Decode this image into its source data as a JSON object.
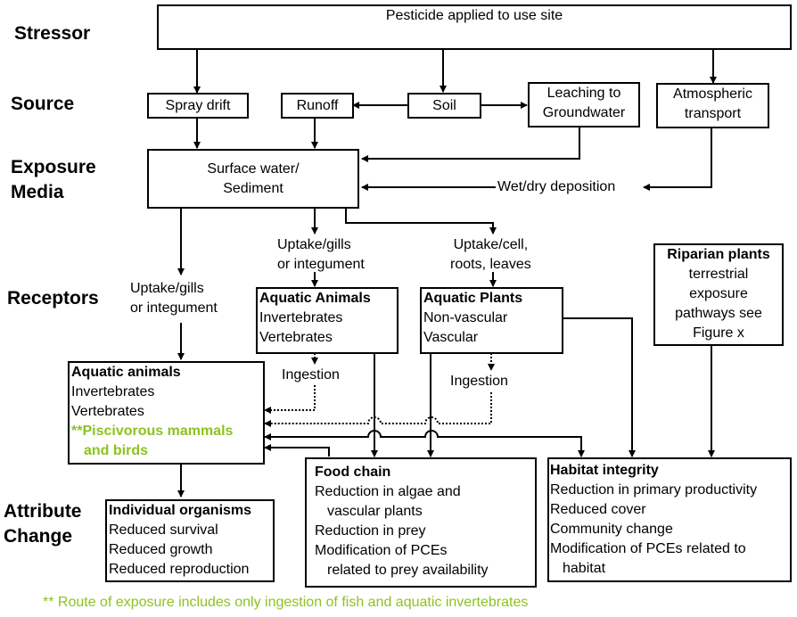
{
  "stages": {
    "stressor": "Stressor",
    "source": "Source",
    "exposure_media": [
      "Exposure",
      "Media"
    ],
    "receptors": "Receptors",
    "attribute_change": [
      "Attribute",
      "Change"
    ]
  },
  "nodes": {
    "pesticide": "Pesticide applied to use site",
    "spray_drift": "Spray drift",
    "runoff": "Runoff",
    "soil": "Soil",
    "leaching": [
      "Leaching to",
      "Groundwater"
    ],
    "atmospheric": [
      "Atmospheric",
      "transport"
    ],
    "surface_water": [
      "Surface water/",
      "Sediment"
    ],
    "aquatic_animals_receptor": {
      "title": "Aquatic Animals",
      "items": [
        "Invertebrates",
        "Vertebrates"
      ]
    },
    "aquatic_plants": {
      "title": "Aquatic Plants",
      "items": [
        "Non-vascular",
        "Vascular"
      ]
    },
    "riparian_plants": {
      "title": "Riparian plants",
      "items": [
        "terrestrial",
        "exposure",
        "pathways see",
        "Figure x"
      ]
    },
    "aquatic_animals_secondary": {
      "title": "Aquatic animals",
      "items": [
        "Invertebrates",
        "Vertebrates"
      ],
      "highlight": [
        "**Piscivorous mammals",
        "and birds"
      ]
    },
    "individual_organisms": {
      "title": "Individual organisms",
      "items": [
        "Reduced survival",
        "Reduced growth",
        "Reduced reproduction"
      ]
    },
    "food_chain": {
      "title": "Food chain",
      "items": [
        "Reduction in algae and",
        "vascular plants",
        "Reduction in prey",
        "Modification of PCEs",
        "related to prey availability"
      ]
    },
    "habitat_integrity": {
      "title": "Habitat integrity",
      "items": [
        "Reduction in primary productivity",
        "Reduced cover",
        "Community change",
        "Modification of PCEs related to",
        "habitat"
      ]
    }
  },
  "edge_labels": {
    "wet_dry_deposition": "Wet/dry deposition",
    "uptake_gills_left": [
      "Uptake/gills",
      "or integument"
    ],
    "uptake_gills_mid": [
      "Uptake/gills",
      "or integument"
    ],
    "uptake_cell": [
      "Uptake/cell,",
      "roots, leaves"
    ],
    "ingestion_animals": "Ingestion",
    "ingestion_plants": "Ingestion"
  },
  "footnote": "**  Route of exposure includes only ingestion of fish and aquatic invertebrates",
  "colors": {
    "highlight_green": "#8dc21f",
    "line": "#000000"
  }
}
